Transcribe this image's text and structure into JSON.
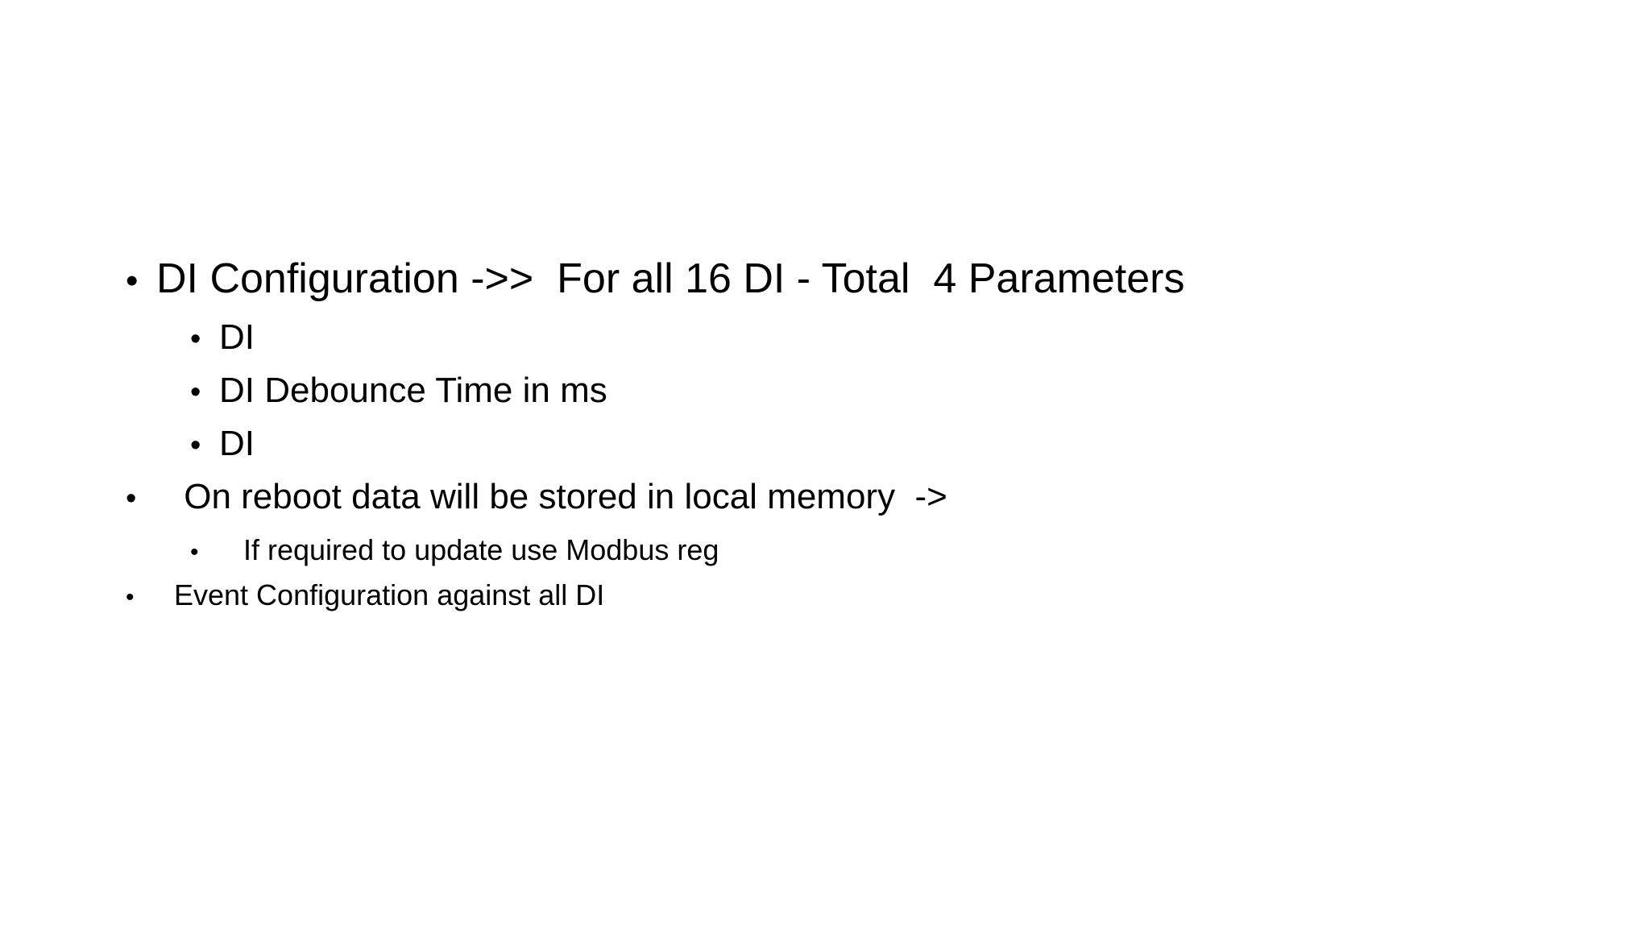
{
  "slide": {
    "bullet_symbol": "•",
    "items": [
      {
        "text": "DI Configuration ->>  For all 16 DI - Total  4 Parameters"
      },
      {
        "text": "DI"
      },
      {
        "text": "DI Debounce Time in ms"
      },
      {
        "text": "DI"
      },
      {
        "text": " On reboot data will be stored in local memory  ->"
      },
      {
        "text": " If required to update use Modbus reg"
      },
      {
        "text": "Event Configuration against all DI"
      }
    ]
  }
}
